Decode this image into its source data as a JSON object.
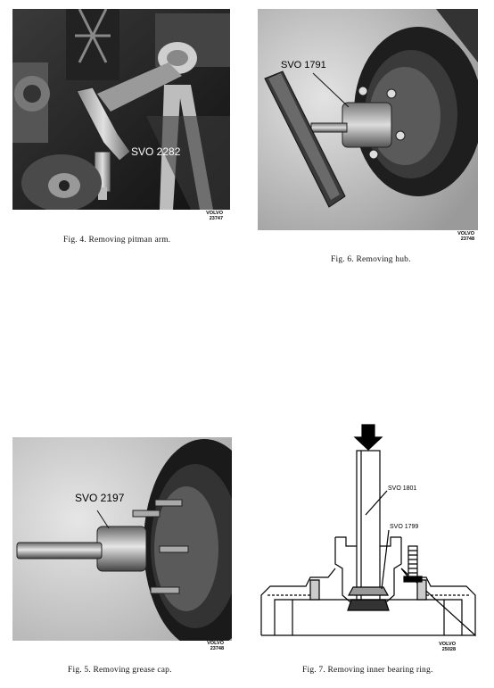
{
  "figures": {
    "fig4": {
      "caption": "Fig. 4.  Removing pitman arm.",
      "tool_label": "SVO 2282",
      "brand": "VOLVO",
      "number": "23747"
    },
    "fig6": {
      "caption": "Fig. 6.  Removing hub.",
      "tool_label": "SVO 1791",
      "brand": "VOLVO",
      "number": "23748"
    },
    "fig5": {
      "caption": "Fig. 5.  Removing grease cap.",
      "tool_label": "SVO 2197",
      "brand": "VOLVO",
      "number": "23748"
    },
    "fig7": {
      "caption": "Fig. 7.  Removing inner bearing ring.",
      "tool_label_1": "SVO 1801",
      "tool_label_2": "SVO 1799",
      "brand": "VOLVO",
      "number": "25028"
    }
  },
  "colors": {
    "photo_dark": "#1c1c1c",
    "photo_mid": "#7a7a7a",
    "photo_light": "#d8d8d8",
    "ink": "#000000"
  }
}
